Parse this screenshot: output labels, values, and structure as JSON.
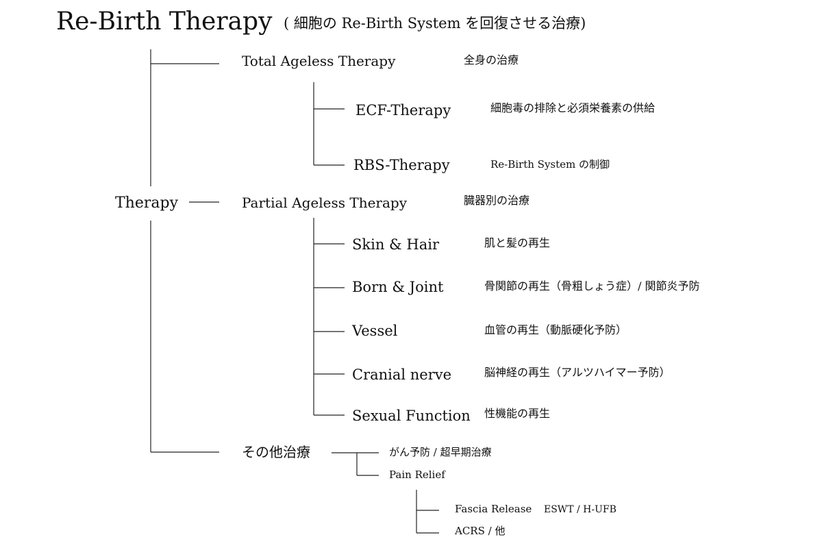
{
  "title": "Re-Birth Therapy",
  "subtitle": "( 細胞の Re-Birth System を回復させる治療)",
  "root": "Therapy",
  "categories": [
    {
      "label": "Total Ageless Therapy",
      "desc": "全身の治療",
      "children": [
        {
          "label": "ECF-Therapy",
          "desc": "細胞毒の排除と必須栄養素の供給"
        },
        {
          "label": "RBS-Therapy",
          "desc": "Re-Birth System の制御"
        }
      ]
    },
    {
      "label": "Partial Ageless Therapy",
      "desc": "臓器別の治療",
      "children": [
        {
          "label": "Skin & Hair",
          "desc": "肌と髪の再生"
        },
        {
          "label": "Born & Joint",
          "desc": "骨関節の再生（骨粗しょう症）/ 関節炎予防"
        },
        {
          "label": "Vessel",
          "desc": "血管の再生（動脈硬化予防）"
        },
        {
          "label": "Cranial nerve",
          "desc": "脳神経の再生（アルツハイマー予防）"
        },
        {
          "label": "Sexual Function",
          "desc": "性機能の再生"
        }
      ]
    },
    {
      "label": "その他治療",
      "children": [
        {
          "label": "がん予防 / 超早期治療"
        },
        {
          "label": "Pain Relief",
          "children": [
            {
              "label": "Fascia Release",
              "note": "ESWT / H-UFB"
            },
            {
              "label": "ACRS / 他"
            }
          ]
        }
      ]
    }
  ]
}
